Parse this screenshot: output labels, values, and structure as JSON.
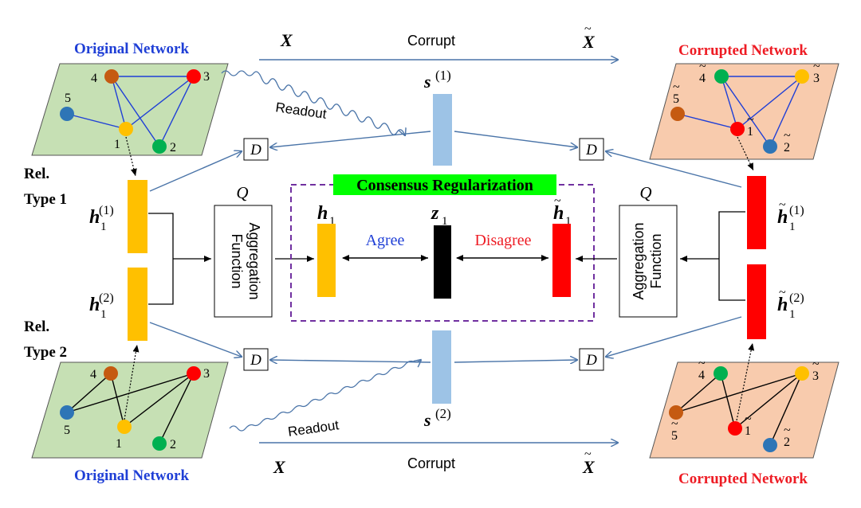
{
  "labels": {
    "original_network_top": "Original Network",
    "original_network_bottom": "Original Network",
    "corrupted_network_top": "Corrupted Network",
    "corrupted_network_bottom": "Corrupted Network",
    "x_top": "X",
    "x_tilde_top": "X",
    "x_bottom": "X",
    "x_tilde_bottom": "X",
    "corrupt_top": "Corrupt",
    "corrupt_bottom": "Corrupt",
    "readout_top": "Readout",
    "readout_bottom": "Readout",
    "s1": "s",
    "s1_sup": "(1)",
    "s2": "s",
    "s2_sup": "(2)",
    "rel_type_1_a": "Rel.",
    "rel_type_1_b": "Type 1",
    "rel_type_2_a": "Rel.",
    "rel_type_2_b": "Type 2",
    "h": "h",
    "sub1": "1",
    "sup1": "(1)",
    "sup2": "(2)",
    "q_left": "Q",
    "q_right": "Q",
    "aggregation_function_left_1": "Aggregation",
    "aggregation_function_left_2": "Function",
    "aggregation_function_right_1": "Aggregation",
    "aggregation_function_right_2": "Function",
    "consensus": "Consensus Regularization",
    "agree": "Agree",
    "disagree": "Disagree",
    "z": "z",
    "d": "D"
  },
  "node_labels": {
    "orig": [
      "1",
      "2",
      "3",
      "4",
      "5"
    ],
    "corr": [
      "1",
      "2",
      "3",
      "4",
      "5"
    ]
  },
  "colors": {
    "blue_text": "#1f3fd6",
    "red_text": "#ee1c24",
    "green_panel": "#c6e0b4",
    "orange_panel": "#f8cbad",
    "yellow_bar": "#ffc000",
    "red_bar": "#ff0000",
    "summary_bar": "#9dc3e6",
    "consensus_bg": "#00ff00",
    "dashed_border": "#7030a0",
    "arrow": "#4a74a8",
    "node_orange": "#c55a11",
    "node_red": "#ff0000",
    "node_blue": "#2e75b6",
    "node_yellow": "#ffc000",
    "node_green": "#00b050"
  }
}
